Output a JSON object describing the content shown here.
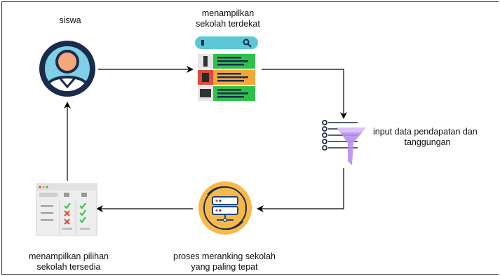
{
  "nodes": {
    "siswa": {
      "label": "siswa",
      "icon": "student-avatar-icon"
    },
    "nearest_schools": {
      "label_line1": "menampilkan",
      "label_line2": "sekolah terdekat",
      "icon": "school-list-icon"
    },
    "input_data": {
      "label_line1": "input data pendapatan dan",
      "label_line2": "tanggungan",
      "icon": "funnel-filter-icon"
    },
    "ranking": {
      "label_line1": "proses meranking sekolah",
      "label_line2": "yang paling tepat",
      "icon": "server-process-icon"
    },
    "available_schools": {
      "label_line1": "menampilkan pilihan",
      "label_line2": "sekolah tersedia",
      "icon": "checklist-table-icon"
    }
  },
  "colors": {
    "avatar_ring": "#1a2b4c",
    "avatar_bg": "#7fd0e6",
    "avatar_skin": "#f5a77c",
    "list_green": "#2ec24a",
    "list_orange": "#f4a83a",
    "search_bar": "#5bc8d6",
    "funnel_purple": "#b98ff0",
    "gear_orange": "#f9b94a",
    "server_blue": "#1e4a7a"
  }
}
